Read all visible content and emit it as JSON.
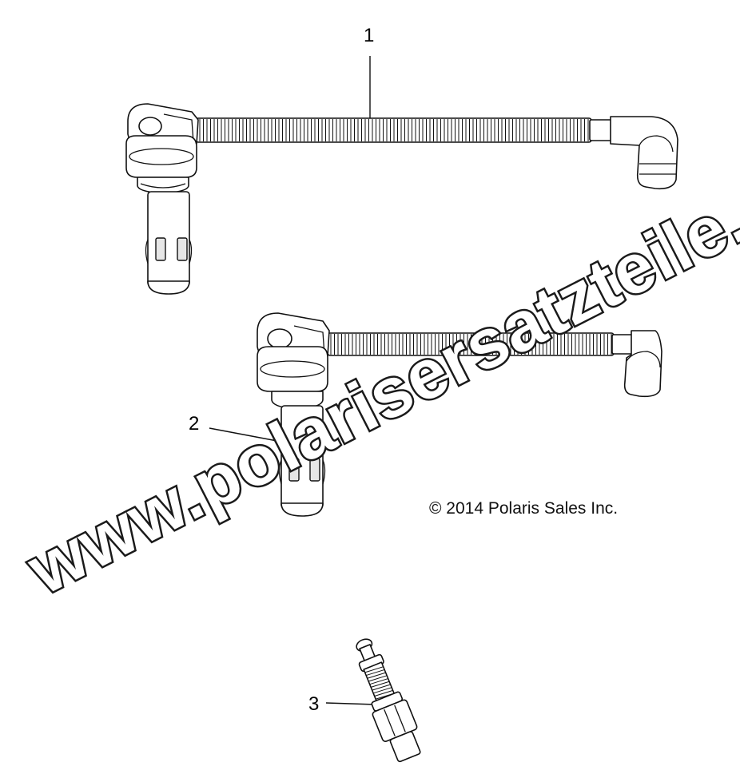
{
  "callouts": {
    "c1": "1",
    "c2": "2",
    "c3": "3"
  },
  "copyright": "© 2014 Polaris Sales Inc.",
  "watermark": "www.polarisersatzteile.de"
}
